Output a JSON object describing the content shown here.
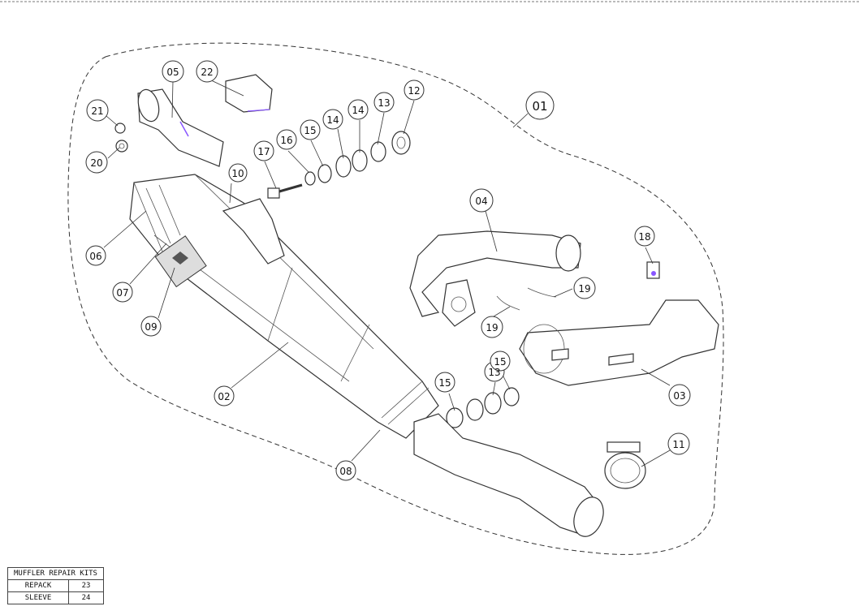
{
  "callouts": [
    {
      "id": "01"
    },
    {
      "id": "02"
    },
    {
      "id": "03"
    },
    {
      "id": "04"
    },
    {
      "id": "05"
    },
    {
      "id": "06"
    },
    {
      "id": "07"
    },
    {
      "id": "08"
    },
    {
      "id": "09"
    },
    {
      "id": "10"
    },
    {
      "id": "11"
    },
    {
      "id": "12"
    },
    {
      "id": "13"
    },
    {
      "id": "13"
    },
    {
      "id": "14"
    },
    {
      "id": "14"
    },
    {
      "id": "15"
    },
    {
      "id": "15"
    },
    {
      "id": "15"
    },
    {
      "id": "16"
    },
    {
      "id": "17"
    },
    {
      "id": "18"
    },
    {
      "id": "19"
    },
    {
      "id": "19"
    },
    {
      "id": "20"
    },
    {
      "id": "21"
    },
    {
      "id": "22"
    }
  ],
  "repair_kits": {
    "title": "MUFFLER REPAIR KITS",
    "rows": [
      {
        "name": "REPACK",
        "number": "23"
      },
      {
        "name": "SLEEVE",
        "number": "24"
      }
    ]
  },
  "colors": {
    "line": "#333333",
    "accent": "#8855ff"
  }
}
